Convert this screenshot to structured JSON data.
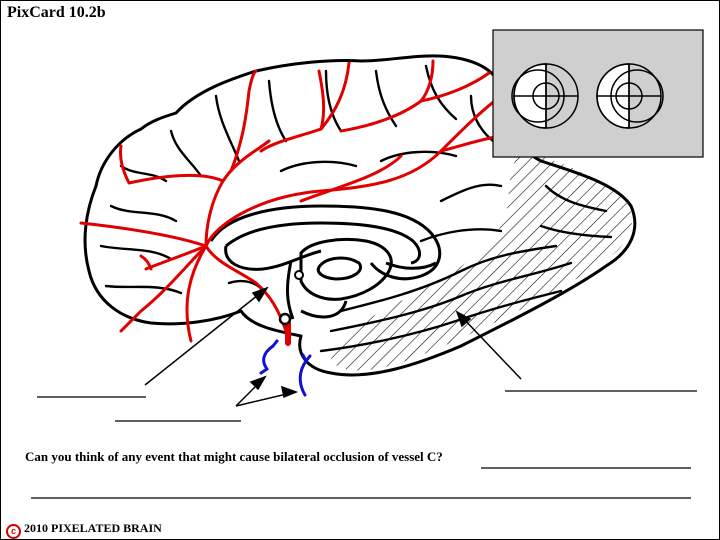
{
  "header": {
    "title": "PixCard 10.2b"
  },
  "question": {
    "text": "Can you think of any event that might cause bilateral occlusion of vessel C?"
  },
  "footer": {
    "copyright_symbol": "c",
    "text": "2010  PIXELATED BRAIN"
  },
  "colors": {
    "artery": "#e00000",
    "blue_vessel": "#1010d0",
    "outline": "#000000",
    "inset_background": "#cfcfcf"
  },
  "icons": [
    "target-circle-icon",
    "target-circle-icon",
    "copyright-icon"
  ]
}
